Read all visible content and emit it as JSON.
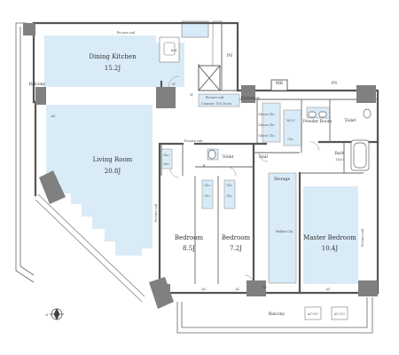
{
  "rooms": {
    "dining_kitchen": {
      "name": "Dining Kitchen",
      "size": "15.2J"
    },
    "living_room": {
      "name": "Living Room",
      "size": "20.8J"
    },
    "bedroom_1": {
      "name": "Bedroom",
      "size": "8.5J"
    },
    "bedroom_2": {
      "name": "Bedroom",
      "size": "7.2J"
    },
    "master_bedroom": {
      "name": "Master Bedroom",
      "size": "10.4J"
    },
    "bath": {
      "name": "Bath",
      "size": "1620"
    },
    "powder_room": {
      "name": "Powder Room"
    },
    "toilet_1": "Toilet",
    "toilet_2": "Toilet",
    "walkin_closet": "Walkin Clo.",
    "storage": "Storage",
    "hall": "Hall",
    "entrance": "Entrance"
  },
  "labels": {
    "balcony_west": "Balcony",
    "balcony_south": "Balcony",
    "ps_top": "PS",
    "ps_right": "PS",
    "mb": "MB",
    "picture_rail_top": "Picture rail",
    "picture_rail_entrance": "Picture rail",
    "counter": "Counter 150 30cm",
    "picture_rail_hall": "Picture rail",
    "picture_rail_master": "Picture rail",
    "picture_rail_bed": "Picture rail",
    "shoes_clo_1": "Shoes Clo.",
    "shoes_clo_2": "Shoes Clo.",
    "shoes_clo_3": "Shoes Clo.",
    "wic": "W.I.C",
    "clo": "Clo.",
    "clo_b1": "Clo.",
    "clo_b2": "Clo.",
    "clo_b3": "Clo.",
    "clo_b4": "Clo.",
    "sto": "Sto.",
    "sto_2": "Sto.",
    "ref": "Ref",
    "ac_1": "AC",
    "ac_2": "AC",
    "ac_3": "AC",
    "ac_4": "AC",
    "fd": "FD",
    "w": "W",
    "w2": "W",
    "n": "N",
    "b": "B",
    "ac_out_1": "AC-OU",
    "ac_out_2": "AC-OU"
  }
}
